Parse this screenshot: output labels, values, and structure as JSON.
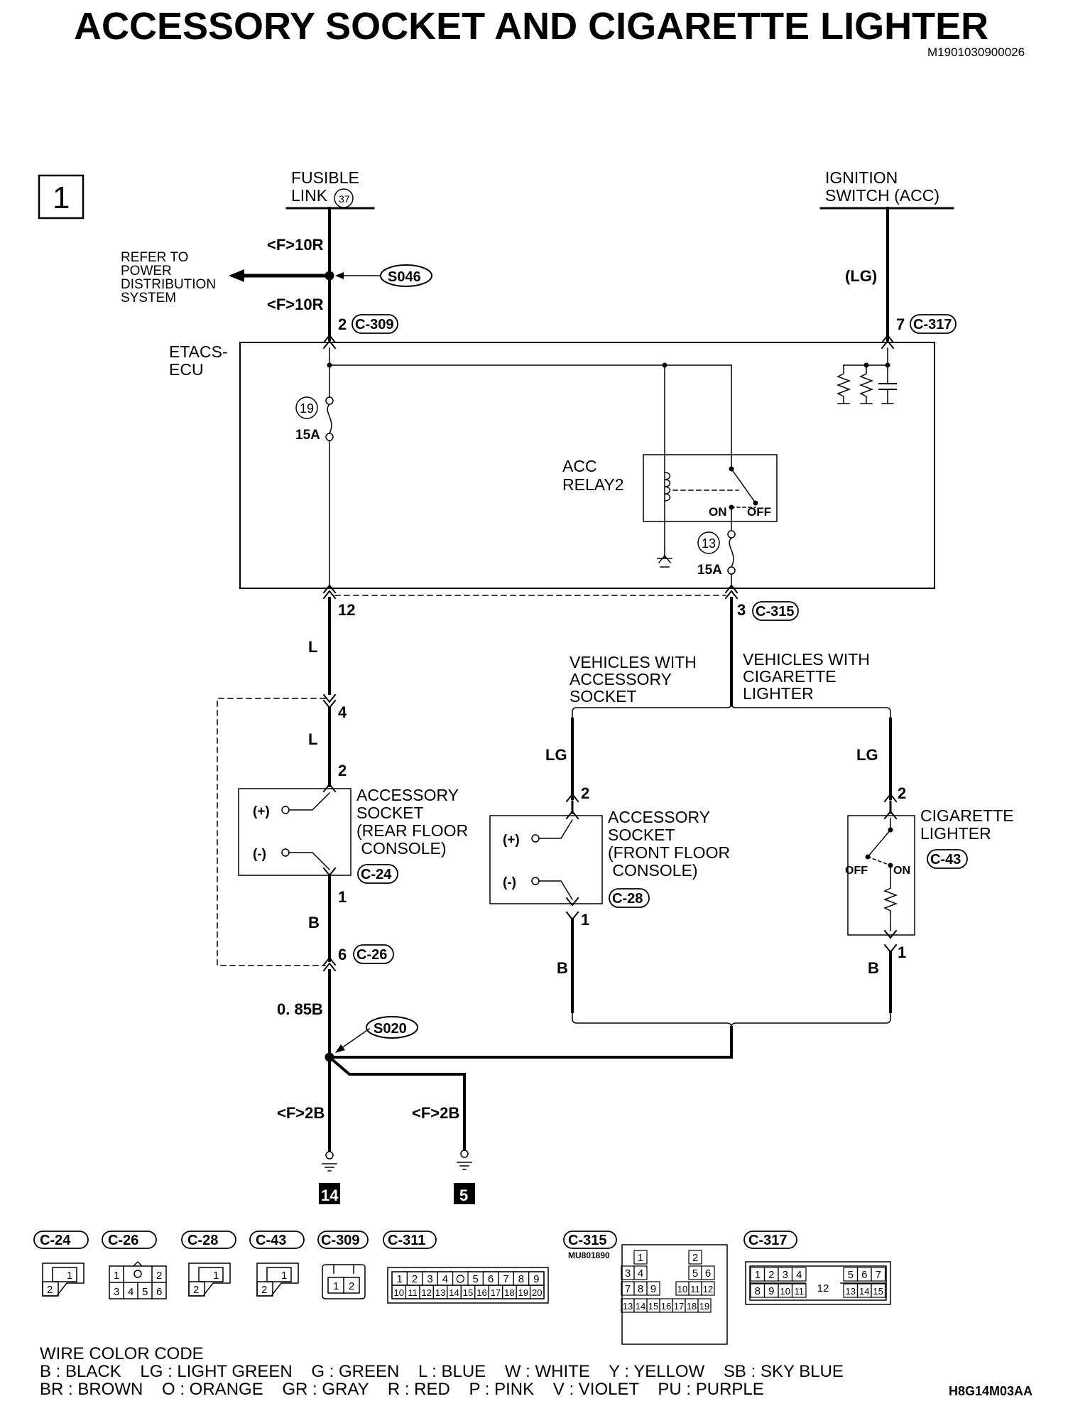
{
  "title": "ACCESSORY SOCKET AND CIGARETTE LIGHTER",
  "doc_code": "M1901030900026",
  "figure_code": "H8G14M03AA",
  "page_marker": "1",
  "sources": {
    "fusible_link_line1": "FUSIBLE",
    "fusible_link_line2": "LINK",
    "fusible_link_num": "37",
    "ignition_line1": "IGNITION",
    "ignition_line2": "SWITCH (ACC)"
  },
  "refer_to": [
    "REFER TO",
    "POWER",
    "DISTRIBUTION",
    "SYSTEM"
  ],
  "splices": {
    "top": "S046",
    "ground": "S020"
  },
  "wires": {
    "f10r_upper": "<F>10R",
    "f10r_lower": "<F>10R",
    "lg_ign": "(LG)",
    "l_upper": "L",
    "l_lower": "L",
    "b_rear": "B",
    "b085": "0. 85B",
    "f2b_left": "<F>2B",
    "f2b_right": "<F>2B",
    "lg_front": "LG",
    "lg_cig": "LG",
    "b_front": "B",
    "b_cig": "B"
  },
  "pins": {
    "p2_c309": "2",
    "p7_c317": "7",
    "p12": "12",
    "p3_c315": "3",
    "p4": "4",
    "p2_rear": "2",
    "p1_rear": "1",
    "p6_c26": "6",
    "p2_front": "2",
    "p1_front": "1",
    "p2_cig": "2",
    "p1_cig": "1"
  },
  "connectors": {
    "c309": "C-309",
    "c317": "C-317",
    "c315": "C-315",
    "c24": "C-24",
    "c26": "C-26",
    "c28": "C-28",
    "c43": "C-43"
  },
  "etacs": [
    "ETACS-",
    "ECU"
  ],
  "fuses": [
    {
      "num": "19",
      "rating": "15A"
    },
    {
      "num": "13",
      "rating": "15A"
    }
  ],
  "relay": {
    "line1": "ACC",
    "line2": "RELAY2",
    "on": "ON",
    "off": "OFF"
  },
  "branches": {
    "acc_socket": [
      "VEHICLES WITH",
      "ACCESSORY",
      "SOCKET"
    ],
    "cig_lighter": [
      "VEHICLES WITH",
      "CIGARETTE",
      "LIGHTER"
    ]
  },
  "components": {
    "rear_socket": [
      "ACCESSORY",
      "SOCKET",
      "(REAR FLOOR",
      " CONSOLE)"
    ],
    "front_socket": [
      "ACCESSORY",
      "SOCKET",
      "(FRONT FLOOR",
      " CONSOLE)"
    ],
    "cig_lighter": [
      "CIGARETTE",
      "LIGHTER"
    ],
    "plus": "(+)",
    "minus": "(-)",
    "cig_off": "OFF",
    "cig_on": "ON"
  },
  "grounds": [
    "14",
    "5"
  ],
  "connector_views": {
    "c24": {
      "label": "C-24",
      "cells": [
        "1",
        "2"
      ]
    },
    "c26": {
      "label": "C-26",
      "cells": [
        "1",
        "2",
        "3",
        "4",
        "5",
        "6"
      ]
    },
    "c28": {
      "label": "C-28",
      "cells": [
        "1",
        "2"
      ]
    },
    "c43": {
      "label": "C-43",
      "cells": [
        "1",
        "2"
      ]
    },
    "c309": {
      "label": "C-309",
      "cells": [
        "1",
        "2"
      ]
    },
    "c311": {
      "label": "C-311",
      "cells": [
        "1",
        "2",
        "3",
        "4",
        "5",
        "6",
        "7",
        "8",
        "9",
        "10",
        "11",
        "12",
        "13",
        "14",
        "15",
        "16",
        "17",
        "18",
        "19",
        "20"
      ]
    },
    "c315": {
      "label": "C-315",
      "part": "MU801890",
      "cells": [
        "1",
        "2",
        "3",
        "4",
        "5",
        "6",
        "7",
        "8",
        "9",
        "10",
        "11",
        "12",
        "13",
        "14",
        "15",
        "16",
        "17",
        "18",
        "19"
      ]
    },
    "c317": {
      "label": "C-317",
      "cells": [
        "1",
        "2",
        "3",
        "4",
        "5",
        "6",
        "7",
        "8",
        "9",
        "10",
        "11",
        "12",
        "13",
        "14",
        "15"
      ]
    }
  },
  "legend": {
    "title": "WIRE COLOR CODE",
    "row1": "B : BLACK    LG : LIGHT GREEN    G : GREEN    L : BLUE    W : WHITE    Y : YELLOW    SB : SKY BLUE",
    "row2": "BR : BROWN    O : ORANGE    GR : GRAY    R : RED    P : PINK    V : VIOLET    PU : PURPLE"
  }
}
